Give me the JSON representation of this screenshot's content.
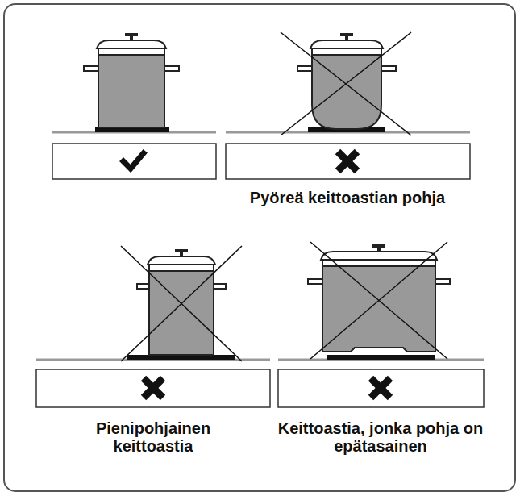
{
  "diagram": {
    "labels": [
      "Pyöreä keittoastian pohja",
      "Pienipohjainen keittoastia",
      "Keittoastia, jonka pohja on epätasainen"
    ]
  }
}
